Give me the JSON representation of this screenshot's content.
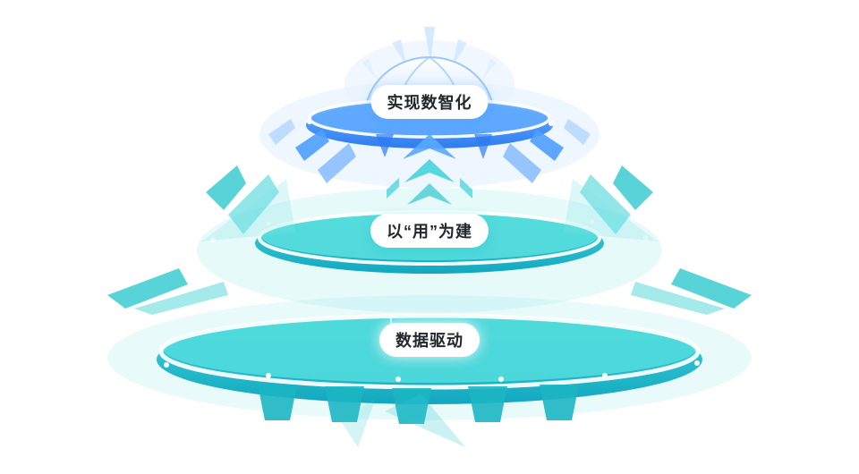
{
  "diagram": {
    "kind": "layered-platform",
    "layers": {
      "top": {
        "label": "实现数智化",
        "accent": "#3D8BFF"
      },
      "middle": {
        "label": "以“用”为建",
        "accent": "#23C4CC"
      },
      "bottom": {
        "label": "数据驱动",
        "accent": "#23C4CC"
      }
    },
    "colors": {
      "teal": "#23C4CC",
      "teal_light": "#55DBDC",
      "teal_dark": "#12A7BF",
      "blue": "#2F7BF0",
      "blue_light": "#9CCBFF",
      "dome_light": "#E8F3FF",
      "white": "#FFFFFF"
    }
  }
}
